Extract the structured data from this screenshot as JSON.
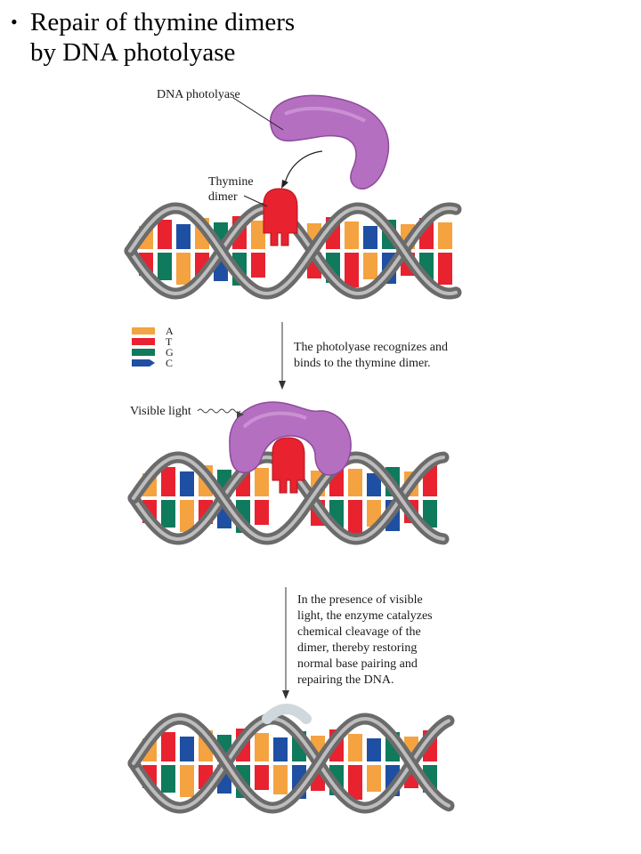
{
  "title": {
    "bullet": "•",
    "line1": "Repair of thymine dimers",
    "line2": "by DNA photolyase"
  },
  "labels": {
    "photolyase": "DNA photolyase",
    "thymine_line1": "Thymine",
    "thymine_line2": "dimer",
    "visible_light": "Visible light"
  },
  "legend": [
    {
      "letter": "A",
      "color": "#f4a340"
    },
    {
      "letter": "T",
      "color": "#e8222f"
    },
    {
      "letter": "G",
      "color": "#0f7a5c"
    },
    {
      "letter": "C",
      "color": "#1f4fa3"
    }
  ],
  "captions": {
    "step1": [
      "The photolyase recognizes and",
      "binds to the thymine dimer."
    ],
    "step2": [
      "In the presence of visible",
      "light, the enzyme catalyzes",
      "chemical cleavage of the",
      "dimer, thereby restoring",
      "normal base pairing and",
      "repairing the DNA."
    ]
  },
  "colors": {
    "enzyme": "#b56fc0",
    "enzyme_dark": "#8e4a9c",
    "backbone": "#6b6b6b",
    "backbone_light": "#bdbdbd",
    "dimer": "#e8222f"
  }
}
